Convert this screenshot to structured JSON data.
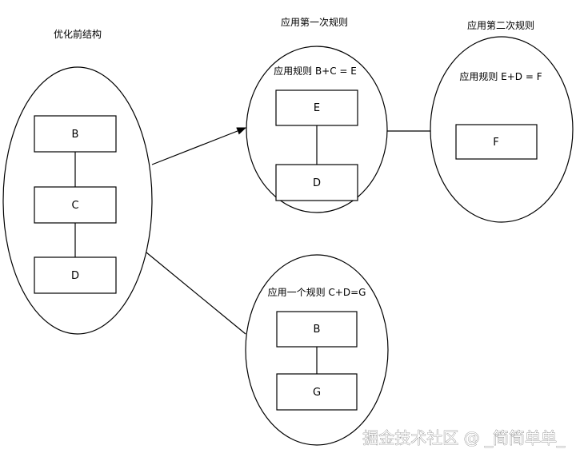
{
  "groups": {
    "before": {
      "title": "优化前结构",
      "nodes": [
        "B",
        "C",
        "D"
      ]
    },
    "rule1": {
      "title": "应用第一次规则",
      "rule": "应用规则 B+C = E",
      "nodes": [
        "E",
        "D"
      ]
    },
    "rule2": {
      "title": "应用第二次规则",
      "rule": "应用规则 E+D = F",
      "nodes": [
        "F"
      ]
    },
    "rule3": {
      "rule": "应用一个规则 C+D=G",
      "nodes": [
        "B",
        "G"
      ]
    }
  },
  "watermark": "掘金技术社区 @ _简简单单_"
}
